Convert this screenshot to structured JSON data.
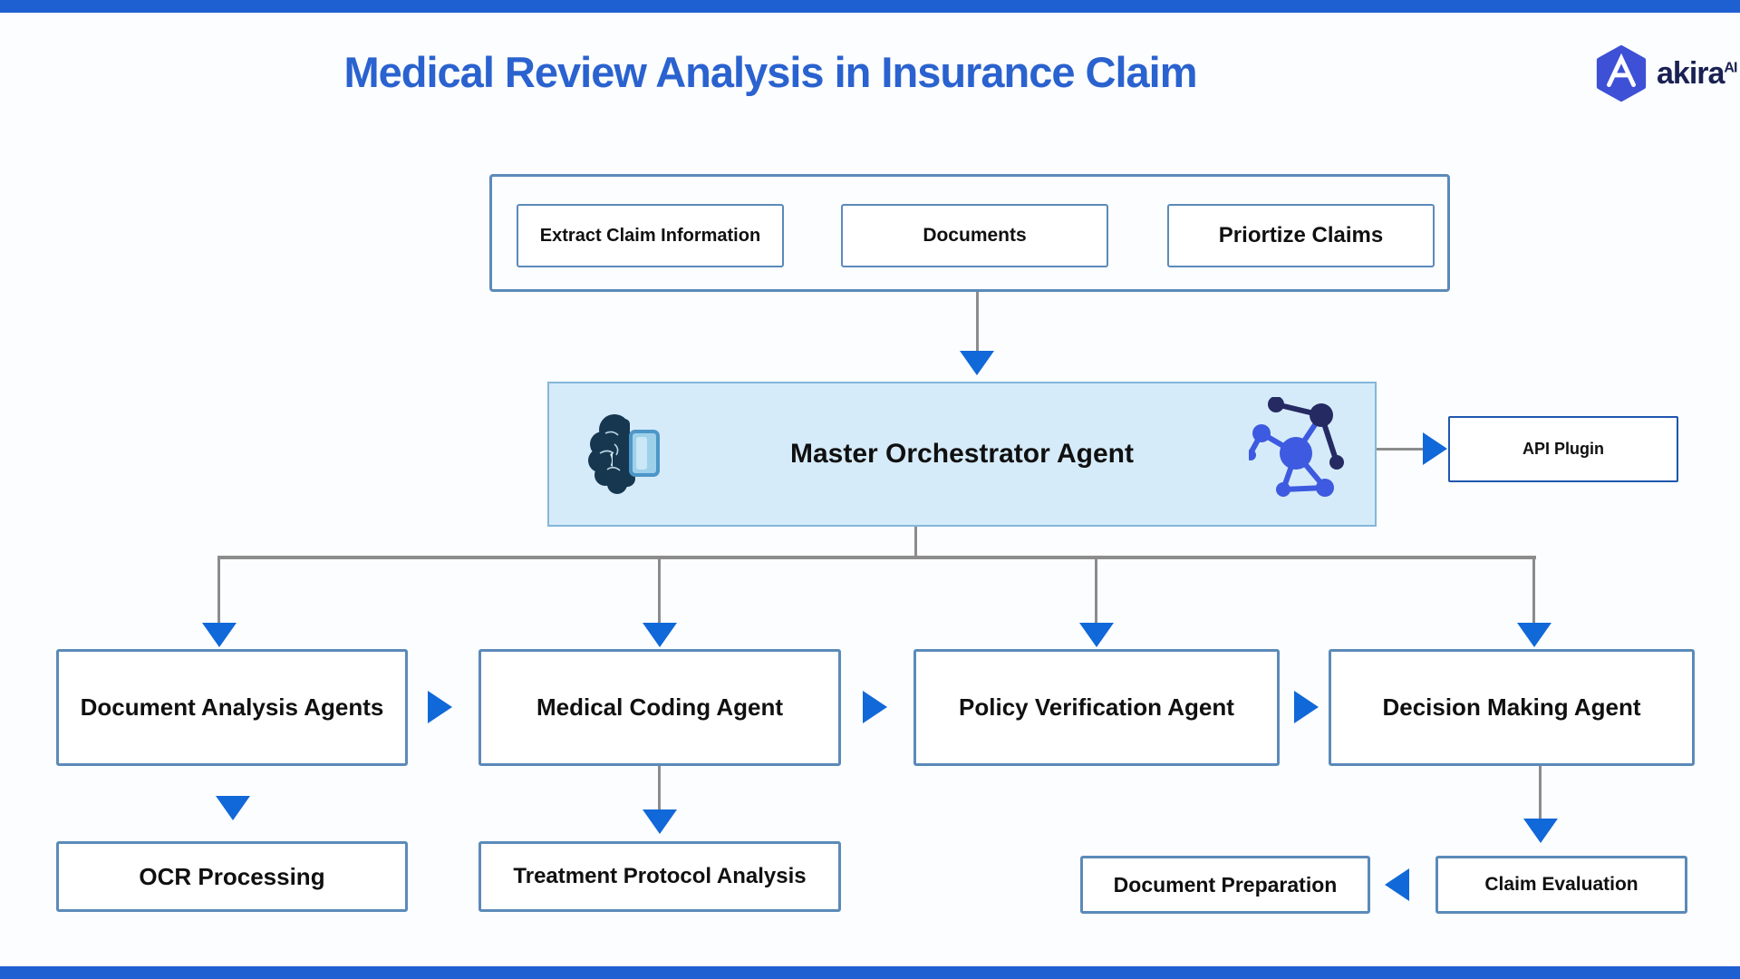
{
  "page": {
    "title": "Medical Review Analysis in Insurance Claim"
  },
  "brand": {
    "name": "akira",
    "superscript": "AI"
  },
  "colors": {
    "bar": "#1e5fd2",
    "title": "#2a62cf",
    "steel": "#5b8ab9",
    "masterfill": "#d6ebf9",
    "masterborder": "#85b7db",
    "arrow": "#1168d8",
    "line": "#8c8c8c",
    "api": "#2056ae",
    "logohex": "#3d50d6",
    "logotext": "#1a2153"
  },
  "diagram": {
    "input_group": {
      "items": [
        {
          "label": "Extract Claim Information"
        },
        {
          "label": "Documents"
        },
        {
          "label": "Priortize Claims"
        }
      ]
    },
    "master": {
      "label": "Master Orchestrator Agent"
    },
    "api": {
      "label": "API Plugin"
    },
    "agents": [
      {
        "label": "Document Analysis Agents"
      },
      {
        "label": "Medical Coding Agent"
      },
      {
        "label": "Policy Verification Agent"
      },
      {
        "label": "Decision Making Agent"
      }
    ],
    "sub": [
      {
        "label": "OCR Processing"
      },
      {
        "label": "Treatment Protocol Analysis"
      },
      {
        "label": "Document Preparation"
      },
      {
        "label": "Claim Evaluation"
      }
    ],
    "icons": {
      "brain": "brain-agent-icon",
      "network": "network-graph-icon"
    }
  }
}
